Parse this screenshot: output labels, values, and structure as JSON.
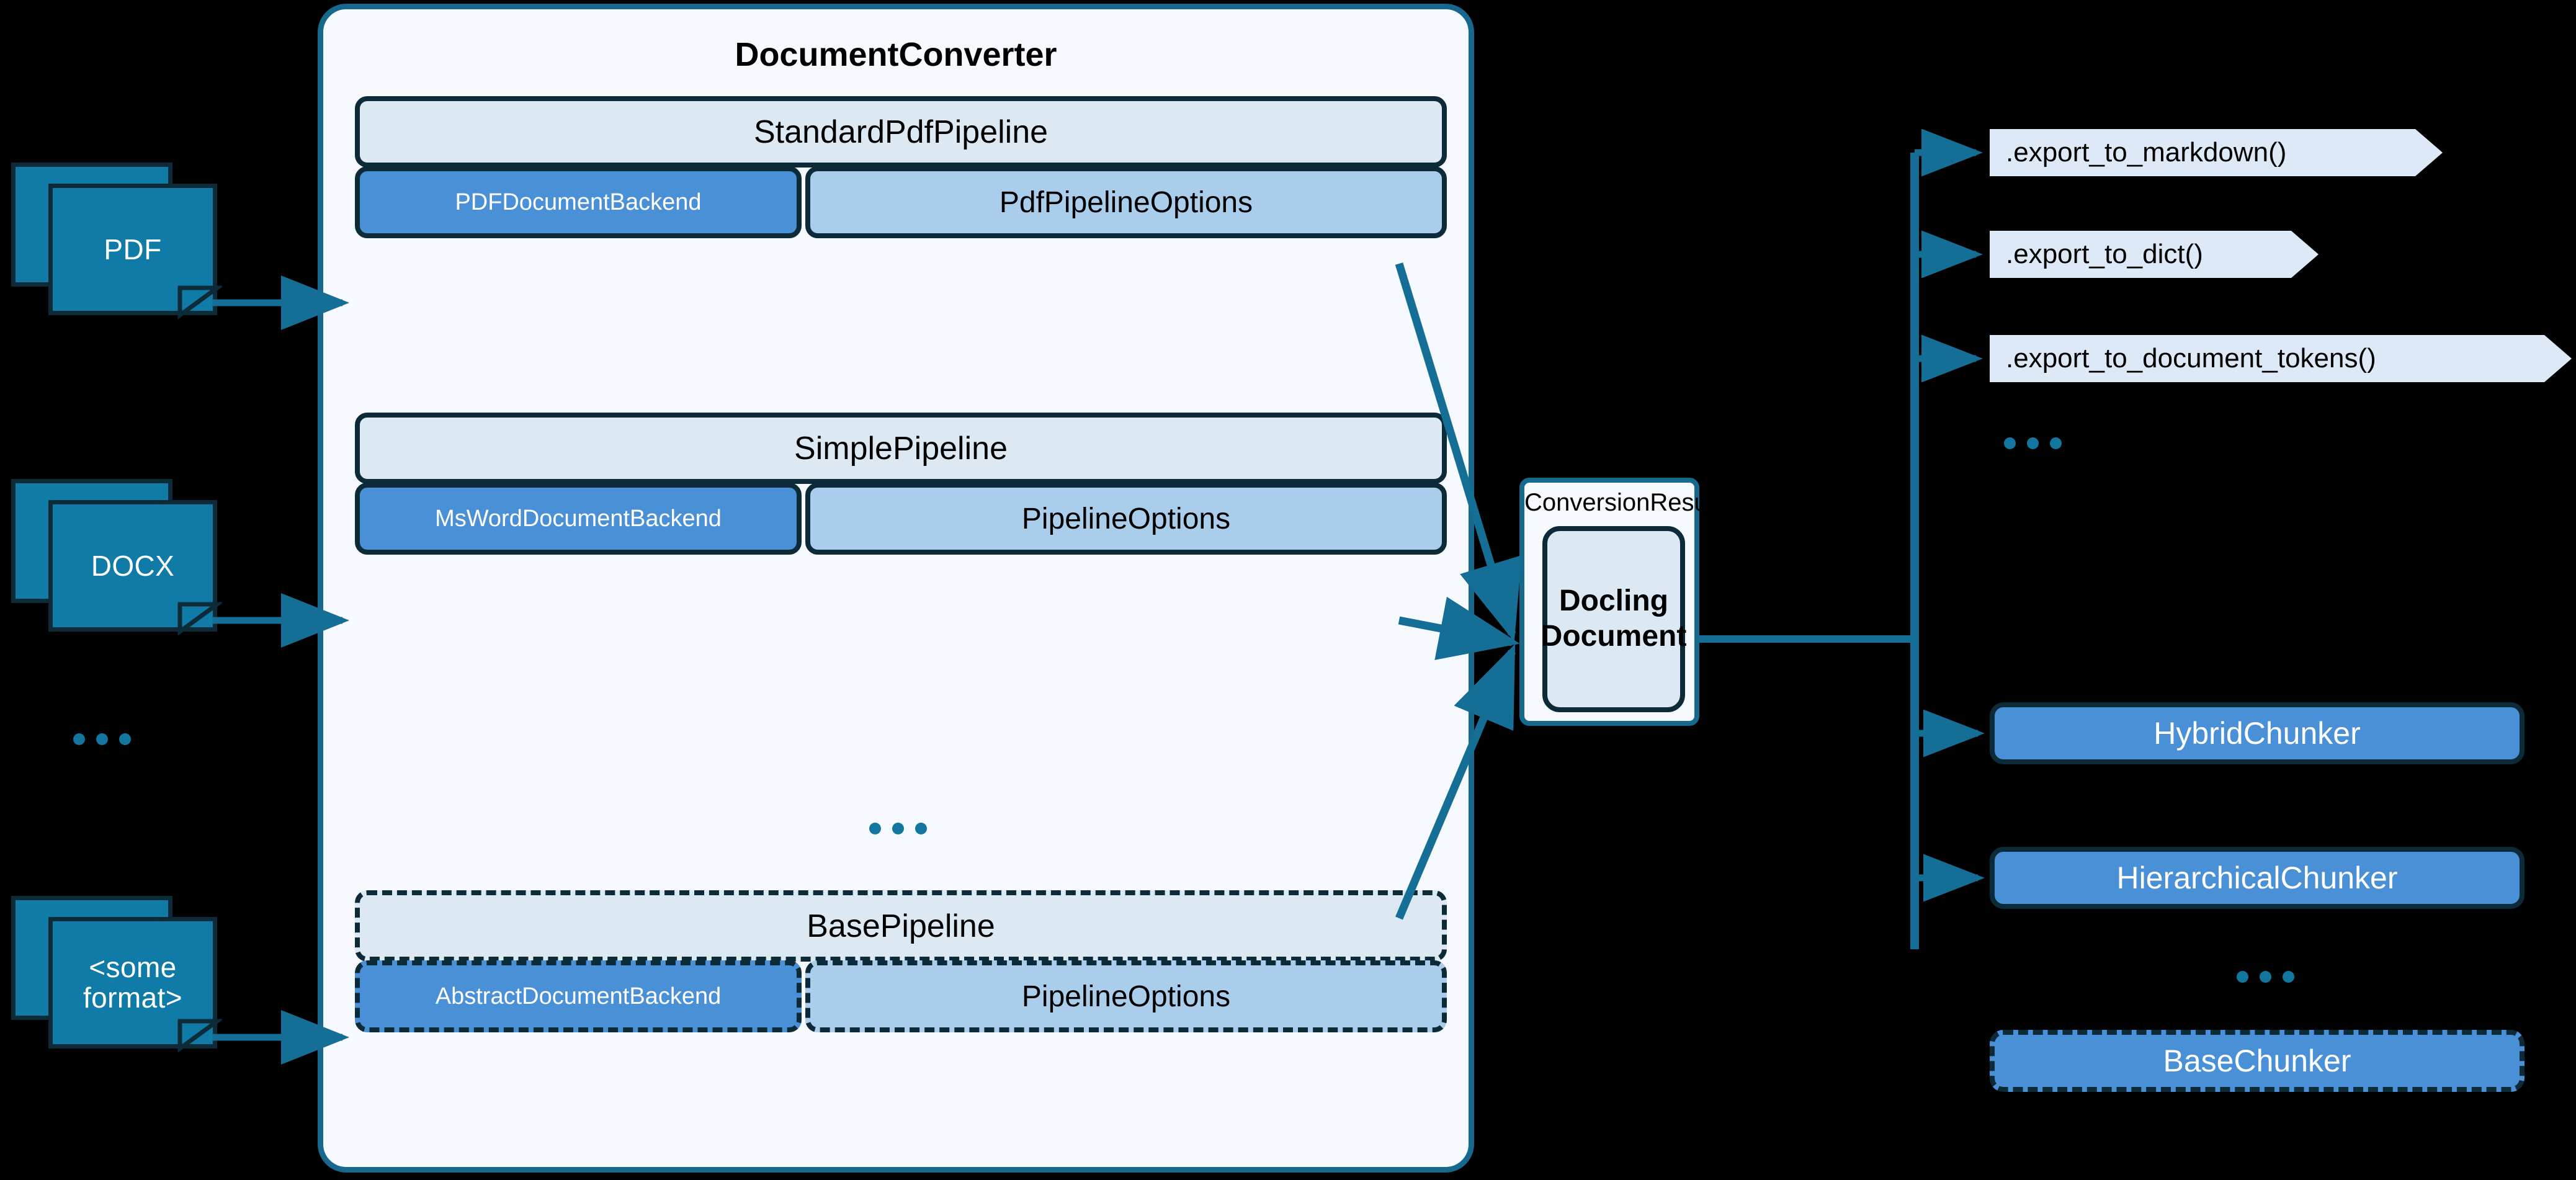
{
  "converter": {
    "title": "DocumentConverter",
    "pipelines": [
      {
        "name": "StandardPdfPipeline",
        "backend": "PDFDocumentBackend",
        "options": "PdfPipelineOptions",
        "dashed": false
      },
      {
        "name": "SimplePipeline",
        "backend": "MsWordDocumentBackend",
        "options": "PipelineOptions",
        "dashed": false
      },
      {
        "name": "BasePipeline",
        "backend": "AbstractDocumentBackend",
        "options": "PipelineOptions",
        "dashed": true
      }
    ],
    "more_indicator": "..."
  },
  "inputs": [
    {
      "label": "PDF"
    },
    {
      "label": "DOCX"
    },
    {
      "label": "<some\nformat>",
      "line1": "<some",
      "line2": "format>"
    }
  ],
  "inputs_more_indicator": "...",
  "result": {
    "title": "ConversionResult",
    "document_line1": "Docling",
    "document_line2": "Document"
  },
  "exports": [
    {
      "label": ".export_to_markdown()"
    },
    {
      "label": ".export_to_dict()"
    },
    {
      "label": ".export_to_document_tokens()"
    }
  ],
  "exports_more_indicator": "...",
  "chunkers": [
    {
      "label": "HybridChunker",
      "dashed": false
    },
    {
      "label": "HierarchicalChunker",
      "dashed": false
    },
    {
      "label": "BaseChunker",
      "dashed": true
    }
  ],
  "chunkers_more_indicator": "...",
  "colors": {
    "background": "#000000",
    "panel_fill": "#f6f9fd",
    "panel_border": "#16698d",
    "pipeline_fill": "#dce8f2",
    "backend_fill": "#4a90d6",
    "options_fill": "#a9cdea",
    "doc_icon_fill": "#0f7ba6",
    "dark_outline": "#0c2a38",
    "wire": "#156e95",
    "export_fill": "#dde9f7"
  }
}
